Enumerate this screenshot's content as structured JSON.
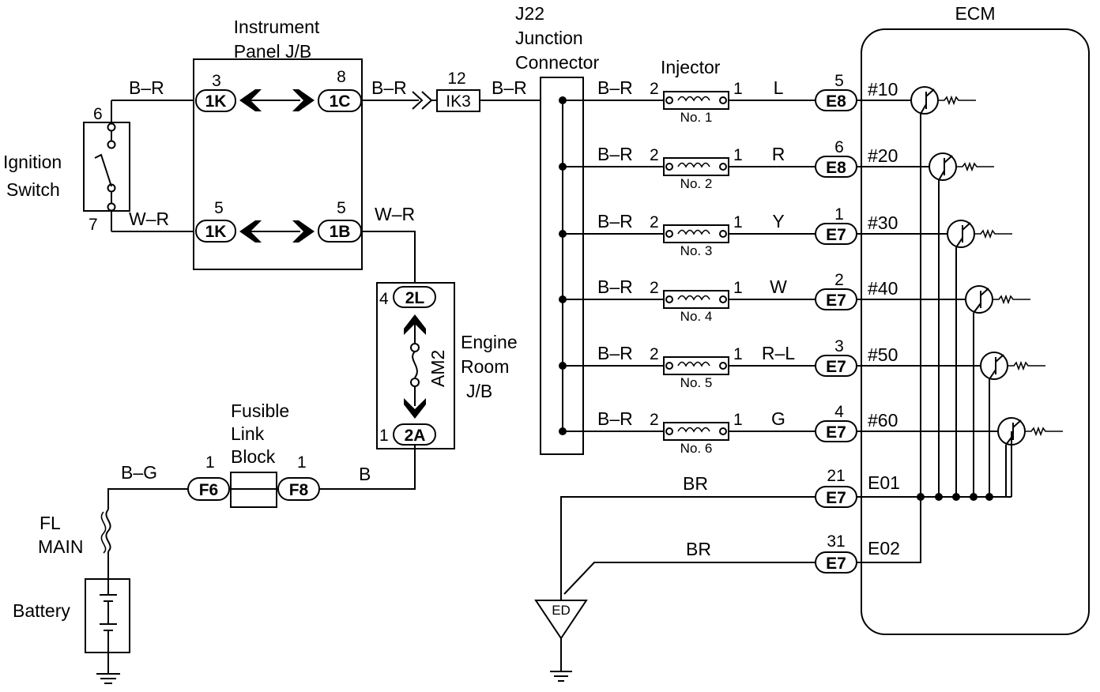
{
  "ecm": {
    "title": "ECM"
  },
  "junction_connector": {
    "line1": "J22",
    "line2": "Junction",
    "line3": "Connector"
  },
  "instrument_panel": {
    "line1": "Instrument",
    "line2": "Panel J/B"
  },
  "ignition_switch": {
    "line1": "Ignition",
    "line2": "Switch",
    "pin_top": "6",
    "pin_bottom": "7"
  },
  "engine_room": {
    "line1": "Engine",
    "line2": "Room",
    "line3": "J/B",
    "fuse": "AM2",
    "pin_top": "4",
    "pin_bottom": "1",
    "conn_top": "2L",
    "conn_bottom": "2A"
  },
  "fusible_link": {
    "line1": "Fusible",
    "line2": "Link",
    "line3": "Block",
    "left_conn": "F6",
    "right_conn": "F8",
    "left_pin": "1",
    "right_pin": "1"
  },
  "fl_main": {
    "line1": "FL",
    "line2": "MAIN"
  },
  "battery": {
    "label": "Battery"
  },
  "ground": {
    "ed": "ED"
  },
  "ip_connectors": {
    "top_left": {
      "pin": "3",
      "conn": "1K"
    },
    "top_right": {
      "pin": "8",
      "conn": "1C"
    },
    "bottom_left": {
      "pin": "5",
      "conn": "1K"
    },
    "bottom_right": {
      "pin": "5",
      "conn": "1B"
    }
  },
  "ik3": {
    "pin": "12",
    "conn": "IK3"
  },
  "wires": {
    "ign_top": "B–R",
    "ign_bottom": "W–R",
    "ip_out_top": "B–R",
    "ip_out_bottom": "W–R",
    "ik3_out": "B–R",
    "fusible_left": "B–G",
    "fusible_right": "B",
    "ground_e01": "BR",
    "ground_e02": "BR"
  },
  "injector": {
    "title": "Injector"
  },
  "injectors": [
    {
      "wire_in": "B–R",
      "pin_in": "2",
      "pin_out": "1",
      "name": "No. 1",
      "wire_out": "L",
      "ecm_pin": "5",
      "ecm_conn": "E8",
      "ecm_label": "#10"
    },
    {
      "wire_in": "B–R",
      "pin_in": "2",
      "pin_out": "1",
      "name": "No. 2",
      "wire_out": "R",
      "ecm_pin": "6",
      "ecm_conn": "E8",
      "ecm_label": "#20"
    },
    {
      "wire_in": "B–R",
      "pin_in": "2",
      "pin_out": "1",
      "name": "No. 3",
      "wire_out": "Y",
      "ecm_pin": "1",
      "ecm_conn": "E7",
      "ecm_label": "#30"
    },
    {
      "wire_in": "B–R",
      "pin_in": "2",
      "pin_out": "1",
      "name": "No. 4",
      "wire_out": "W",
      "ecm_pin": "2",
      "ecm_conn": "E7",
      "ecm_label": "#40"
    },
    {
      "wire_in": "B–R",
      "pin_in": "2",
      "pin_out": "1",
      "name": "No. 5",
      "wire_out": "R–L",
      "ecm_pin": "3",
      "ecm_conn": "E7",
      "ecm_label": "#50"
    },
    {
      "wire_in": "B–R",
      "pin_in": "2",
      "pin_out": "1",
      "name": "No. 6",
      "wire_out": "G",
      "ecm_pin": "4",
      "ecm_conn": "E7",
      "ecm_label": "#60"
    }
  ],
  "ecm_grounds": [
    {
      "pin": "21",
      "conn": "E7",
      "label": "E01"
    },
    {
      "pin": "31",
      "conn": "E7",
      "label": "E02"
    }
  ]
}
